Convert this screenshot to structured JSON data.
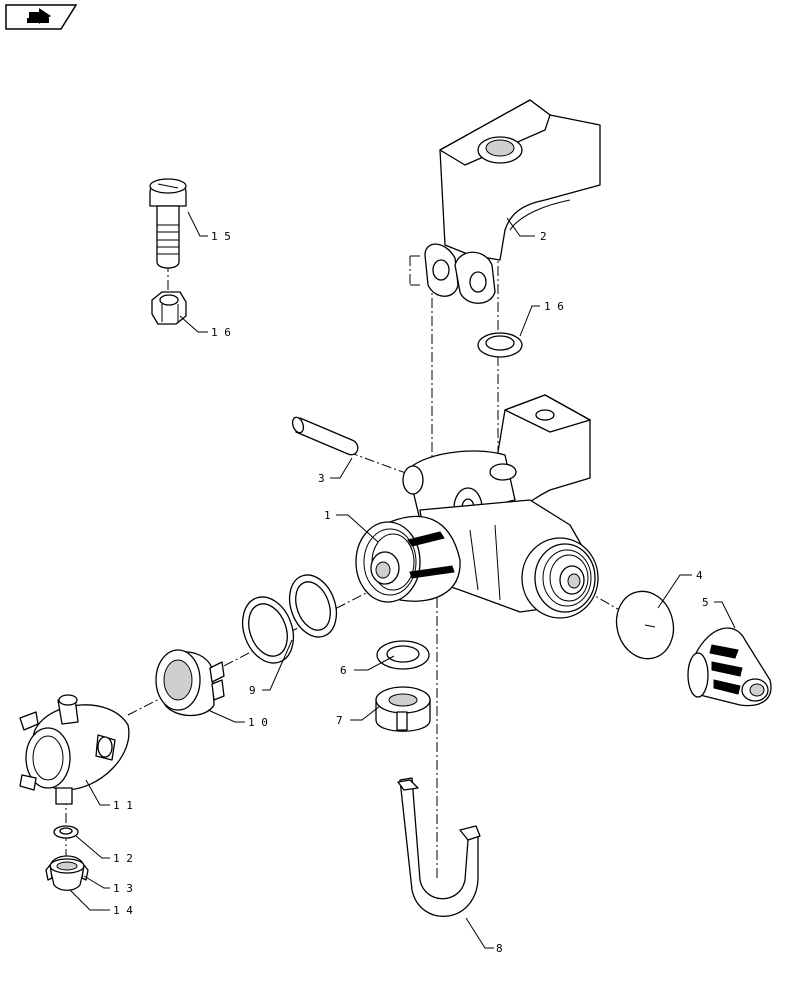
{
  "nav": {
    "icon": "next-page-arrow-icon"
  },
  "callouts": {
    "c1": "1",
    "c2": "2",
    "c3": "3",
    "c4": "4",
    "c5": "5",
    "c6": "6",
    "c7": "7",
    "c8": "8",
    "c9": "9",
    "c10": "1 0",
    "c11": "1 1",
    "c12": "1 2",
    "c13": "1 3",
    "c14": "1 4",
    "c15": "1 5",
    "c16a": "1 6",
    "c16b": "1 6"
  }
}
